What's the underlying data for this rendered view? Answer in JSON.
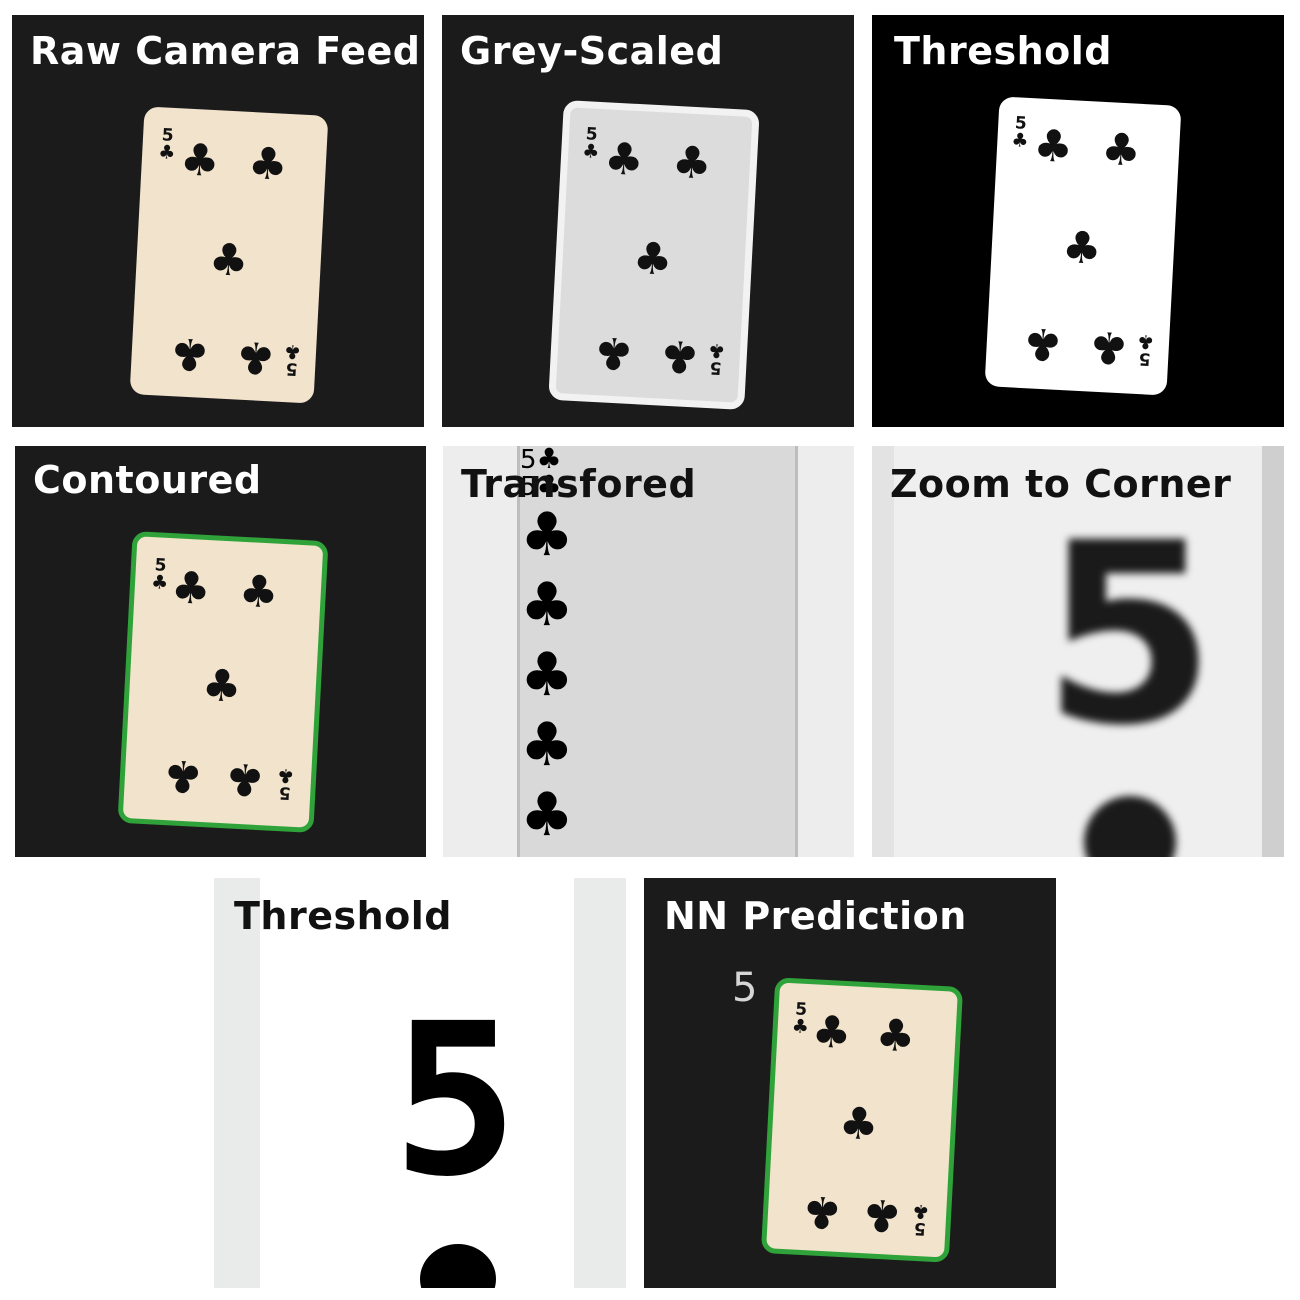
{
  "panels": {
    "raw": {
      "title": "Raw Camera Feed"
    },
    "grey": {
      "title": "Grey-Scaled"
    },
    "threshold": {
      "title": "Threshold"
    },
    "contoured": {
      "title": "Contoured"
    },
    "transformed": {
      "title": "Transfored"
    },
    "zoom": {
      "title": "Zoom to Corner"
    },
    "threshold2": {
      "title": "Threshold"
    },
    "nn": {
      "title": "NN Prediction",
      "prediction": "5"
    }
  },
  "card": {
    "rank": "5",
    "suit_symbol": "♣",
    "suit": "clubs"
  },
  "colors": {
    "dark_bg": "#1c1b1c",
    "card_cream": "#f1e3cc",
    "card_grey": "#e2e2e2",
    "contour_green": "#2fa33a",
    "title_white": "#ffffff",
    "title_black": "#111111"
  }
}
